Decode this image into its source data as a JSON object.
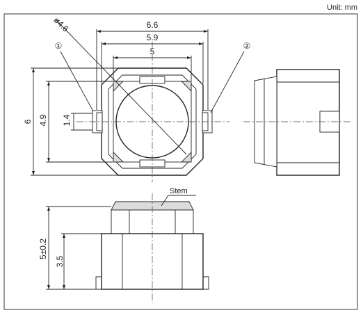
{
  "unit_label": "Unit: mm",
  "dimensions": {
    "width_outer": "6.6",
    "width_mid": "5.9",
    "width_inner": "5",
    "diameter": "ø4.6",
    "height_outer": "6",
    "height_inner": "4.9",
    "terminal_pitch": "1.4",
    "total_height": "5±0.2",
    "body_height": "3.5"
  },
  "callouts": {
    "terminal_1": "①",
    "terminal_2": "②",
    "stem": "Stem"
  }
}
